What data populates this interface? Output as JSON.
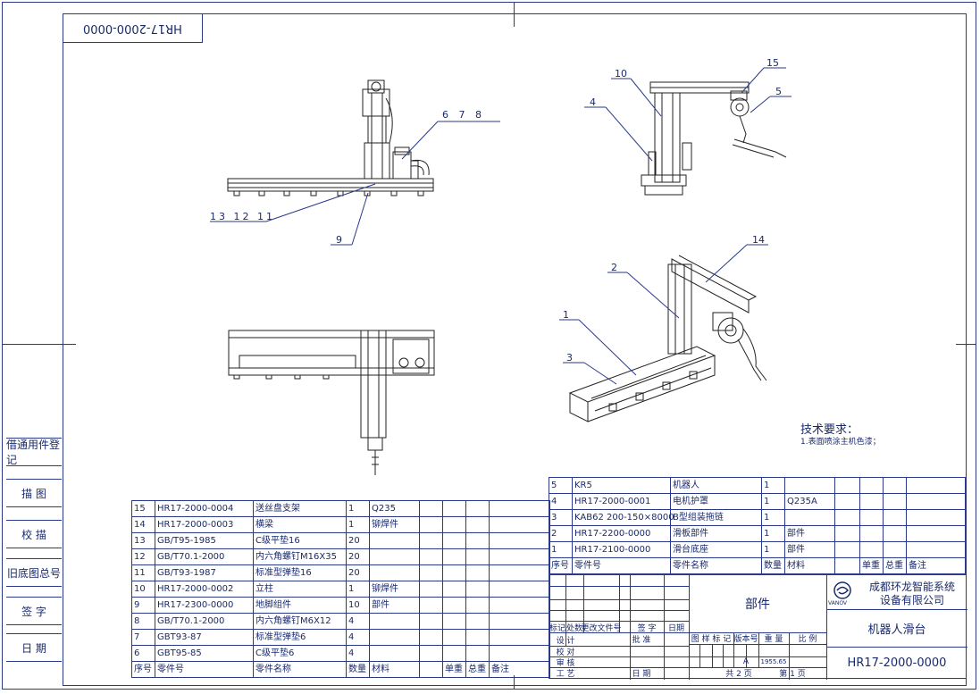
{
  "drawing_code_rotated": "HR17-2000-0000",
  "side_labels": [
    "借通用件登记",
    "描 图",
    "校 描",
    "旧底图总号",
    "签 字",
    "日 期"
  ],
  "balloons": {
    "front_view": [
      "6 7 8",
      "13 12 11",
      "9"
    ],
    "side_view": [
      "10",
      "15",
      "4",
      "5"
    ],
    "iso_view": [
      "14",
      "2",
      "1",
      "3"
    ]
  },
  "tech_req": {
    "title": "技术要求：",
    "line1": "1.表面喷涂主机色漆；"
  },
  "bom_left": {
    "rows": [
      [
        "15",
        "HR17-2000-0004",
        "送丝盘支架",
        "1",
        "Q235"
      ],
      [
        "14",
        "HR17-2000-0003",
        "横梁",
        "1",
        "铆焊件"
      ],
      [
        "13",
        "GB/T95-1985",
        "C级平垫16",
        "20",
        ""
      ],
      [
        "12",
        "GB/T70.1-2000",
        "内六角螺钉M16X35",
        "20",
        ""
      ],
      [
        "11",
        "GB/T93-1987",
        "标准型弹垫16",
        "20",
        ""
      ],
      [
        "10",
        "HR17-2000-0002",
        "立柱",
        "1",
        "铆焊件"
      ],
      [
        "9",
        "HR17-2300-0000",
        "地脚组件",
        "10",
        "部件"
      ],
      [
        "8",
        "GB/T70.1-2000",
        "内六角螺钉M6X12",
        "4",
        ""
      ],
      [
        "7",
        "GBT93-87",
        "标准型弹垫6",
        "4",
        ""
      ],
      [
        "6",
        "GBT95-85",
        "C级平垫6",
        "4",
        ""
      ]
    ],
    "header": [
      "序号",
      "零件号",
      "零件名称",
      "数量",
      "材料",
      "",
      "单重",
      "总重",
      "备注"
    ]
  },
  "bom_right": {
    "rows": [
      [
        "5",
        "KR5",
        "机器人",
        "1",
        ""
      ],
      [
        "4",
        "HR17-2000-0001",
        "电机护罩",
        "1",
        "Q235A"
      ],
      [
        "3",
        "KAB62 200-150×8000",
        "B型组装拖链",
        "1",
        ""
      ],
      [
        "2",
        "HR17-2200-0000",
        "滑板部件",
        "1",
        "部件"
      ],
      [
        "1",
        "HR17-2100-0000",
        "滑台底座",
        "1",
        "部件"
      ]
    ],
    "header": [
      "序号",
      "零件号",
      "零件名称",
      "数量",
      "材料",
      "",
      "单重",
      "总重",
      "备注"
    ]
  },
  "title_block": {
    "part_type": "部件",
    "company_line1": "成都环龙智能系统",
    "company_line2": "设备有限公司",
    "logo_text": "VANOV",
    "drawing_name": "机器人滑台",
    "drawing_number": "HR17-2000-0000",
    "rev_labels": [
      "标记",
      "处数",
      "更改文件号",
      "签 字",
      "日期"
    ],
    "role_labels": [
      "设 计",
      "校 对",
      "审 核",
      "工 艺"
    ],
    "approve_label": "批 准",
    "date_label": "日 期",
    "stage_label": "图 样 标 记",
    "version_label": "版本号",
    "weight_label": "重 量",
    "scale_label": "比 例",
    "version_value": "A",
    "weight_value": "1955.65",
    "total_pages": "共 2 页",
    "page_no": "第 1 页"
  }
}
